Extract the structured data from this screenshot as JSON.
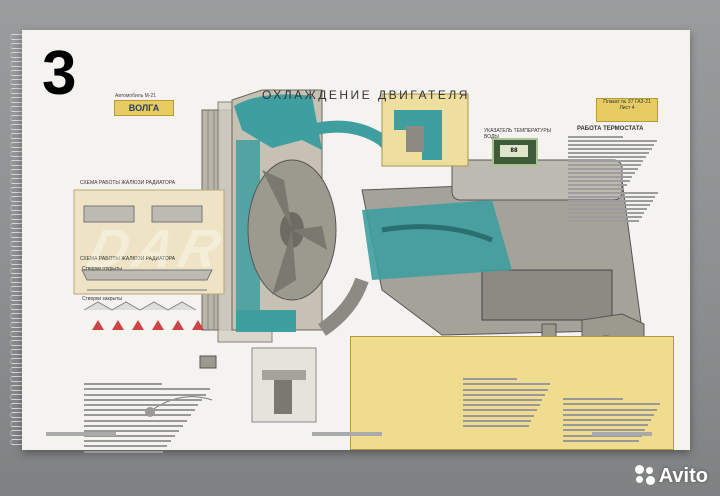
{
  "badge_number": "3",
  "poster": {
    "title": "ОХЛАЖДЕНИЕ ДВИГАТЕЛЯ",
    "brand": "ВОЛГА",
    "brand_caption": "Автомобиль М-21",
    "right_ref": "Плакат № 37 ГАЗ-21",
    "right_ref_sub": "Лист 4",
    "thermostat_heading": "РАБОТА ТЕРМОСТАТА",
    "gauge_caption": "УКАЗАТЕЛЬ ТЕМПЕРАТУРЫ ВОДЫ",
    "gauge_value": "88",
    "scheme1_title": "СХЕМА РАБОТЫ ЖАЛЮЗИ РАДИАТОРА",
    "scheme2_title": "СХЕМА РАБОТЫ ЖАЛЮЗИ РАДИАТОРА",
    "shutters_open": "Створки открыты",
    "shutters_closed": "Створки закрыты"
  },
  "watermark": "DAR",
  "avito_label": "Avito",
  "colors": {
    "coolant": "#3f9ea0",
    "parts_box": "#efdc8f",
    "sheet": "#f4f3ef"
  }
}
